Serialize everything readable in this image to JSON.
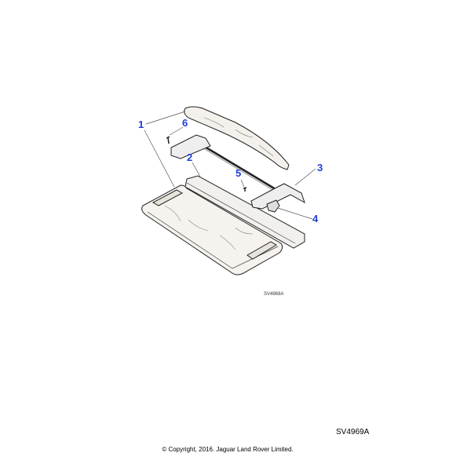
{
  "diagram": {
    "callouts": [
      "1",
      "2",
      "3",
      "4",
      "5",
      "6"
    ],
    "illustration_ref": "SV4969A",
    "label_color": "#1f3fd6"
  },
  "footer": {
    "reference": "SV4969A",
    "copyright": "© Copyright, 2016. Jaguar Land Rover Limited."
  }
}
